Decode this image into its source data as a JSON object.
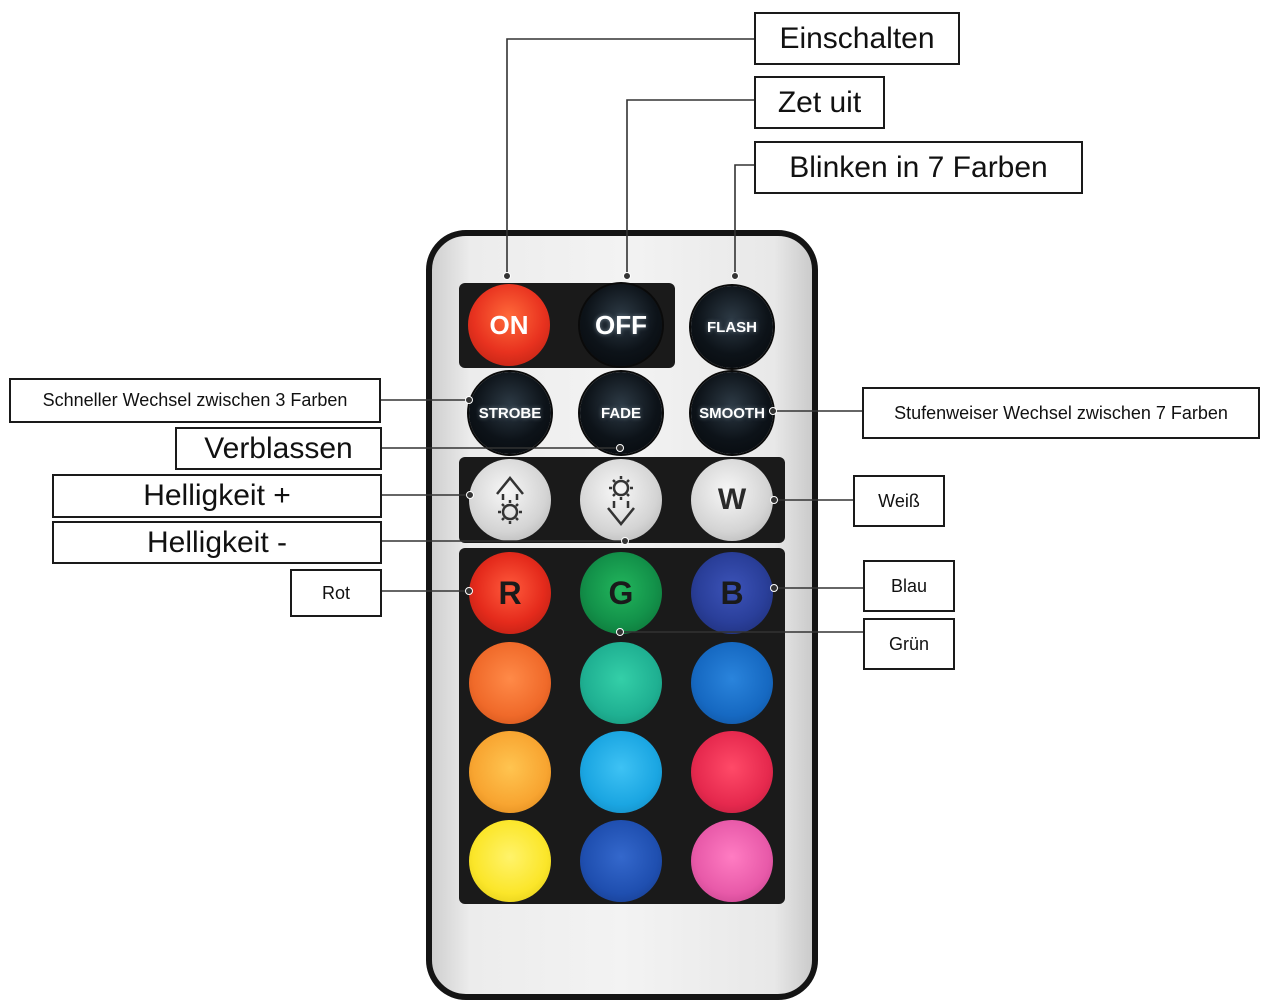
{
  "callouts": {
    "einschalten": "Einschalten",
    "zet_uit": "Zet uit",
    "blinken": "Blinken in 7 Farben",
    "schneller": "Schneller Wechsel zwischen 3 Farben",
    "stufenweiser": "Stufenweiser Wechsel zwischen 7 Farben",
    "verblassen": "Verblassen",
    "helligkeit_plus": "Helligkeit +",
    "helligkeit_minus": "Helligkeit -",
    "weiss": "Weiß",
    "rot": "Rot",
    "blau": "Blau",
    "gruen": "Grün"
  },
  "buttons": {
    "on": "ON",
    "off": "OFF",
    "flash": "FLASH",
    "strobe": "STROBE",
    "fade": "FADE",
    "smooth": "SMOOTH",
    "white": "W",
    "red": "R",
    "green": "G",
    "blue": "B"
  },
  "icons": {
    "brightness_up": "sun-arrow-up-icon",
    "brightness_down": "sun-arrow-down-icon"
  },
  "colors": {
    "on": "#e8321f",
    "red": "#e52b1c",
    "green": "#13924a",
    "blue": "#2a3f9a",
    "row2": [
      "#f06a2a",
      "#1fb092",
      "#1669c2"
    ],
    "row3": [
      "#f8a531",
      "#1ba6e2",
      "#e6294e"
    ],
    "row4": [
      "#fbe62a",
      "#1f4fb0",
      "#e85aa9"
    ]
  }
}
